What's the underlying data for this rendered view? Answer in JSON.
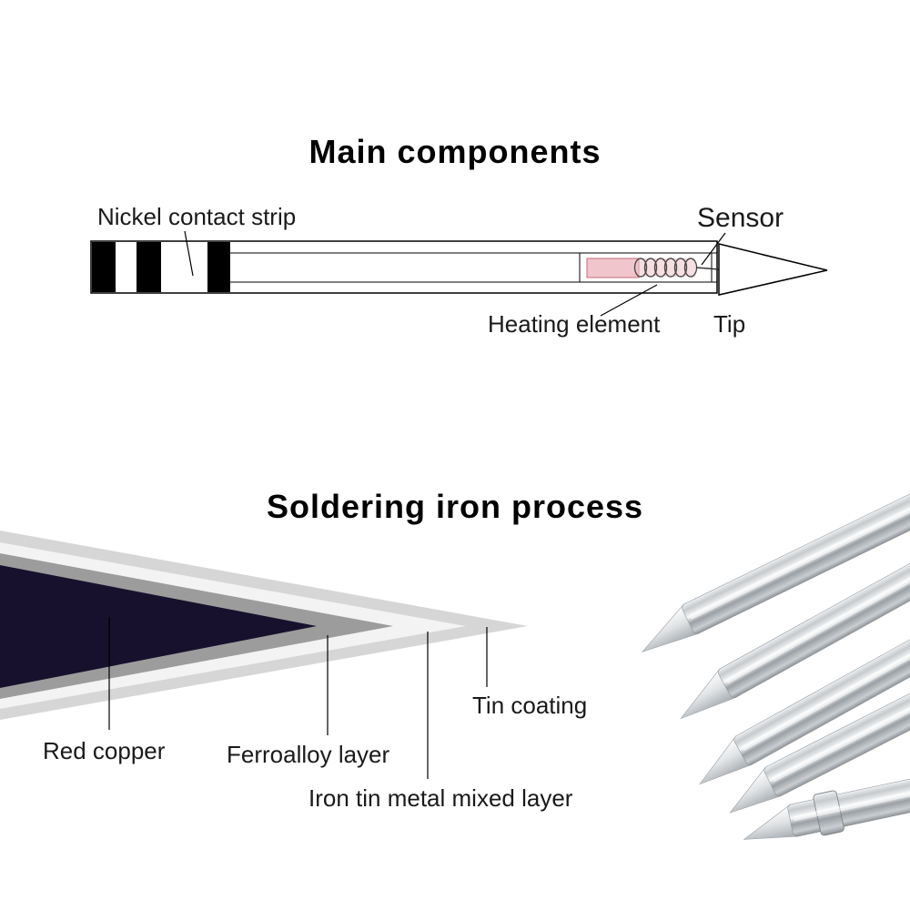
{
  "page": {
    "background": "#ffffff"
  },
  "main_components": {
    "title": "Main components",
    "labels": {
      "nickel": "Nickel contact strip",
      "sensor": "Sensor",
      "heating": "Heating element",
      "tip": "Tip"
    }
  },
  "process": {
    "title": "Soldering iron process",
    "labels": {
      "tin": "Tin coating",
      "copper": "Red copper",
      "ferroalloy": "Ferroalloy layer",
      "mixed": "Iron tin metal mixed layer"
    },
    "colors": {
      "tin_coating": "#d6d6d6",
      "mixed_layer": "#f3f3f3",
      "ferroalloy": "#9c9c9c",
      "red_copper": "#17112d",
      "heating_element": "#f0c6cc",
      "coil_stroke": "#4a4a4a"
    }
  }
}
